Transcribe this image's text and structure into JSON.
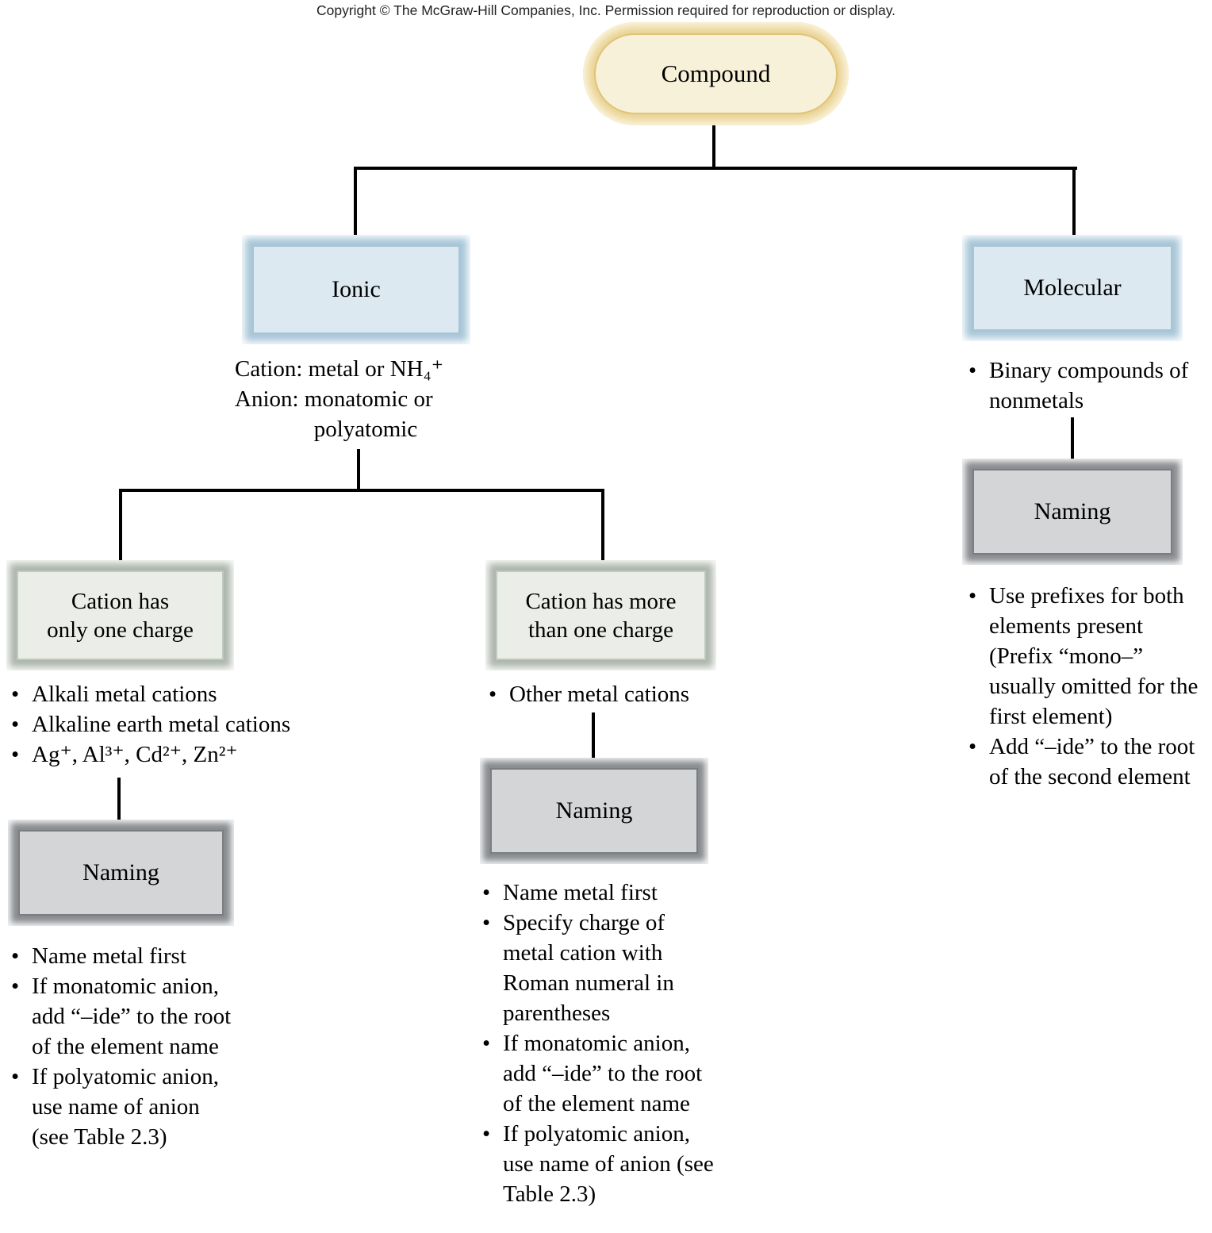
{
  "copyright": "Copyright © The McGraw-Hill Companies, Inc. Permission required for reproduction or display.",
  "root": {
    "label": "Compound"
  },
  "ionic": {
    "label": "Ionic",
    "desc": [
      "Cation: metal or NH₄⁺",
      "Anion: monatomic or",
      "polyatomic"
    ],
    "one_charge": {
      "label_lines": [
        "Cation has",
        "only one charge"
      ],
      "bullets": [
        "Alkali metal cations",
        "Alkaline earth metal cations",
        "Ag⁺, Al³⁺, Cd²⁺, Zn²⁺"
      ],
      "naming_label": "Naming",
      "naming_bullets": [
        "Name metal first",
        "If monatomic anion, add “–ide” to the root of the element name",
        "If polyatomic anion, use name of anion (see Table 2.3)"
      ]
    },
    "multi_charge": {
      "label_lines": [
        "Cation has more",
        "than one charge"
      ],
      "bullets": [
        "Other metal cations"
      ],
      "naming_label": "Naming",
      "naming_bullets": [
        "Name metal first",
        "Specify charge of metal cation with Roman numeral in parentheses",
        "If monatomic anion, add “–ide” to the root of the element name",
        "If polyatomic anion, use name of anion (see Table 2.3)"
      ]
    }
  },
  "molecular": {
    "label": "Molecular",
    "bullets": [
      "Binary compounds of nonmetals"
    ],
    "naming_label": "Naming",
    "naming_bullets": [
      "Use prefixes for both elements present (Prefix “mono–” usually omitted for the first element)",
      "Add “–ide” to the root of the second element"
    ]
  },
  "colors": {
    "compound_fill": "#F8F1D9",
    "compound_ring": "#E8D08E",
    "type_box_fill": "#DCE9F1",
    "type_box_ring": "#A8C6D8",
    "subtype_box_fill": "#EAEDE8",
    "subtype_box_ring": "#ADB6AD",
    "naming_box_fill": "#D3D5D7",
    "naming_box_ring": "#898C8F",
    "connector": "#000000"
  }
}
